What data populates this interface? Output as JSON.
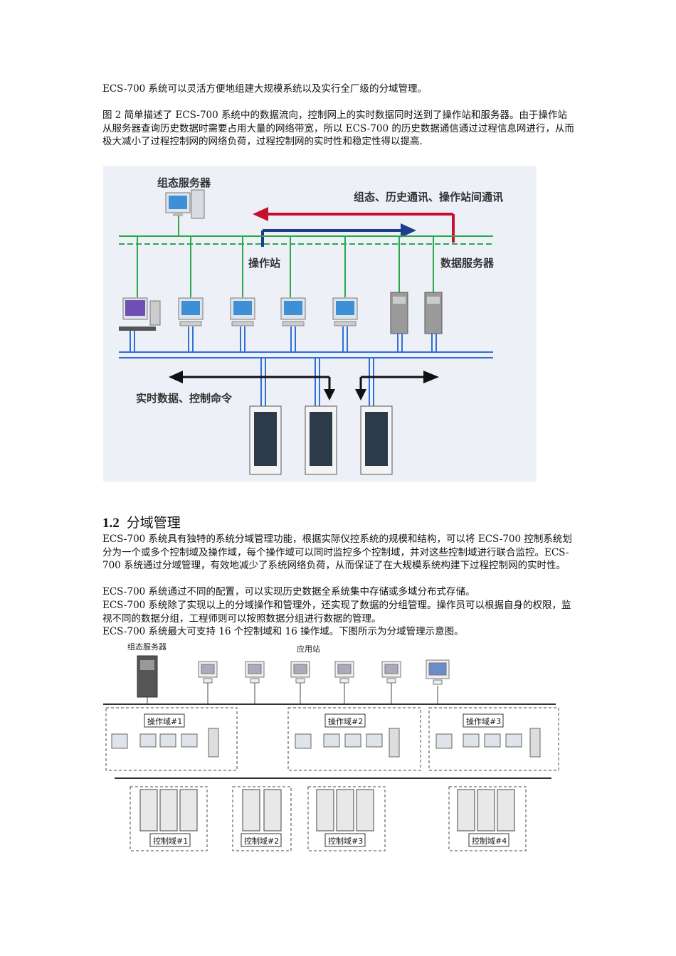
{
  "paragraphs": {
    "p1": "ECS-700 系统可以灵活方便地组建大规模系统以及实行全厂级的分域管理。",
    "p2": "图 2 简单描述了 ECS-700 系统中的数据流向，控制网上的实时数据同时送到了操作站和服务器。由于操作站从服务器查询历史数据时需要占用大量的网络带宽，所以 ECS-700 的历史数据通信通过过程信息网进行，从而极大减小了过程控制网的网络负荷，过程控制网的实时性和稳定性得以提高.",
    "p3": "ECS-700 系统具有独特的系统分域管理功能，根据实际仪控系统的规模和结构，可以将 ECS-700 控制系统划分为一个或多个控制域及操作域，每个操作域可以同时监控多个控制域，并对这些控制域进行联合监控。ECS-700 系统通过分域管理，有效地减少了系统网络负荷，从而保证了在大规模系统构建下过程控制网的实时性。",
    "p4": "ECS-700 系统通过不同的配置，可以实现历史数据全系统集中存储或多域分布式存储。",
    "p5": "ECS-700 系统除了实现以上的分域操作和管理外，还实现了数据的分组管理。操作员可以根据自身的权限，监视不同的数据分组，工程师则可以按照数据分组进行数据的管理。",
    "p6": "ECS-700 系统最大可支持 16 个控制域和 16 操作域。下图所示为分域管理示意图。"
  },
  "section": {
    "number": "1.2",
    "title": "分域管理"
  },
  "figure1": {
    "config_server": "组态服务器",
    "top_flow": "组态、历史通讯、操作站间通讯",
    "operator_station": "操作站",
    "data_server": "数据服务器",
    "bottom_flow": "实时数据、控制命令",
    "colors": {
      "info_net": "#2aa84a",
      "control_net": "#2f6fd6",
      "arrow_red": "#c8102e",
      "arrow_blue": "#1f3c8c",
      "bg": "#eef0f8"
    }
  },
  "figure2": {
    "config_server": "组态服务器",
    "app_station": "应用站",
    "op_domains": [
      "操作域#1",
      "操作域#2",
      "操作域#3"
    ],
    "ctrl_domains": [
      "控制域#1",
      "控制域#2",
      "控制域#3",
      "控制域#4"
    ]
  }
}
